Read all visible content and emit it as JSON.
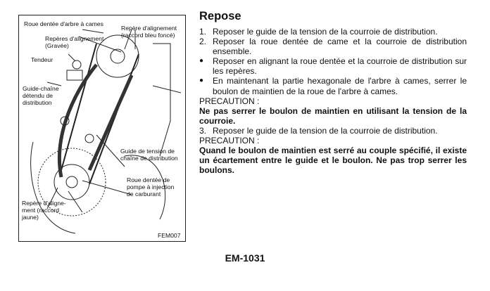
{
  "figure": {
    "code": "FEM007",
    "labels": {
      "camshaft_sprocket": "Roue dentée d'arbre à cames",
      "alignment_dark_blue_1": "Repère d'alignement",
      "alignment_dark_blue_2": "(raccord bleu foncé)",
      "alignment_engraved_1": "Repères d'alignement",
      "alignment_engraved_2": "(Gravée)",
      "tensioner": "Tendeur",
      "slack_guide_1": "Guide-chaîne",
      "slack_guide_2": "détendu de",
      "slack_guide_3": "distribution",
      "tension_guide_1": "Guide de tension de",
      "tension_guide_2": "chaîne de distribution",
      "pump_sprocket_1": "Roue dentée de",
      "pump_sprocket_2": "pompe à injection",
      "pump_sprocket_3": "de carburant",
      "alignment_yellow_1": "Repère d'aligne-",
      "alignment_yellow_2": "ment (raccord",
      "alignment_yellow_3": "jaune)"
    }
  },
  "section": {
    "title": "Repose",
    "step1_num": "1.",
    "step1": "Reposer le guide de la tension de la courroie de distribution.",
    "step2_num": "2.",
    "step2": "Reposer la roue dentée de came et la courroie de distribution ensemble.",
    "bullet": "●",
    "bullet1": "Reposer en alignant la roue dentée et la courroie de distribution sur les repères.",
    "bullet2": "En maintenant la partie hexagonale de l'arbre à cames, serrer le boulon de maintien de la roue de l'arbre à cames.",
    "caution1_title": "PRECAUTION :",
    "caution1": "Ne pas serrer le boulon de maintien en utilisant la tension de la courroie.",
    "step3_num": "3.",
    "step3": "Reposer le guide de la tension de la courroie de distribution.",
    "caution2_title": "PRECAUTION :",
    "caution2": "Quand le boulon de maintien est serré au couple spécifié, il existe un écartement entre le guide et le boulon. Ne pas trop serrer les boulons."
  },
  "footer": {
    "page": "EM-1031"
  }
}
